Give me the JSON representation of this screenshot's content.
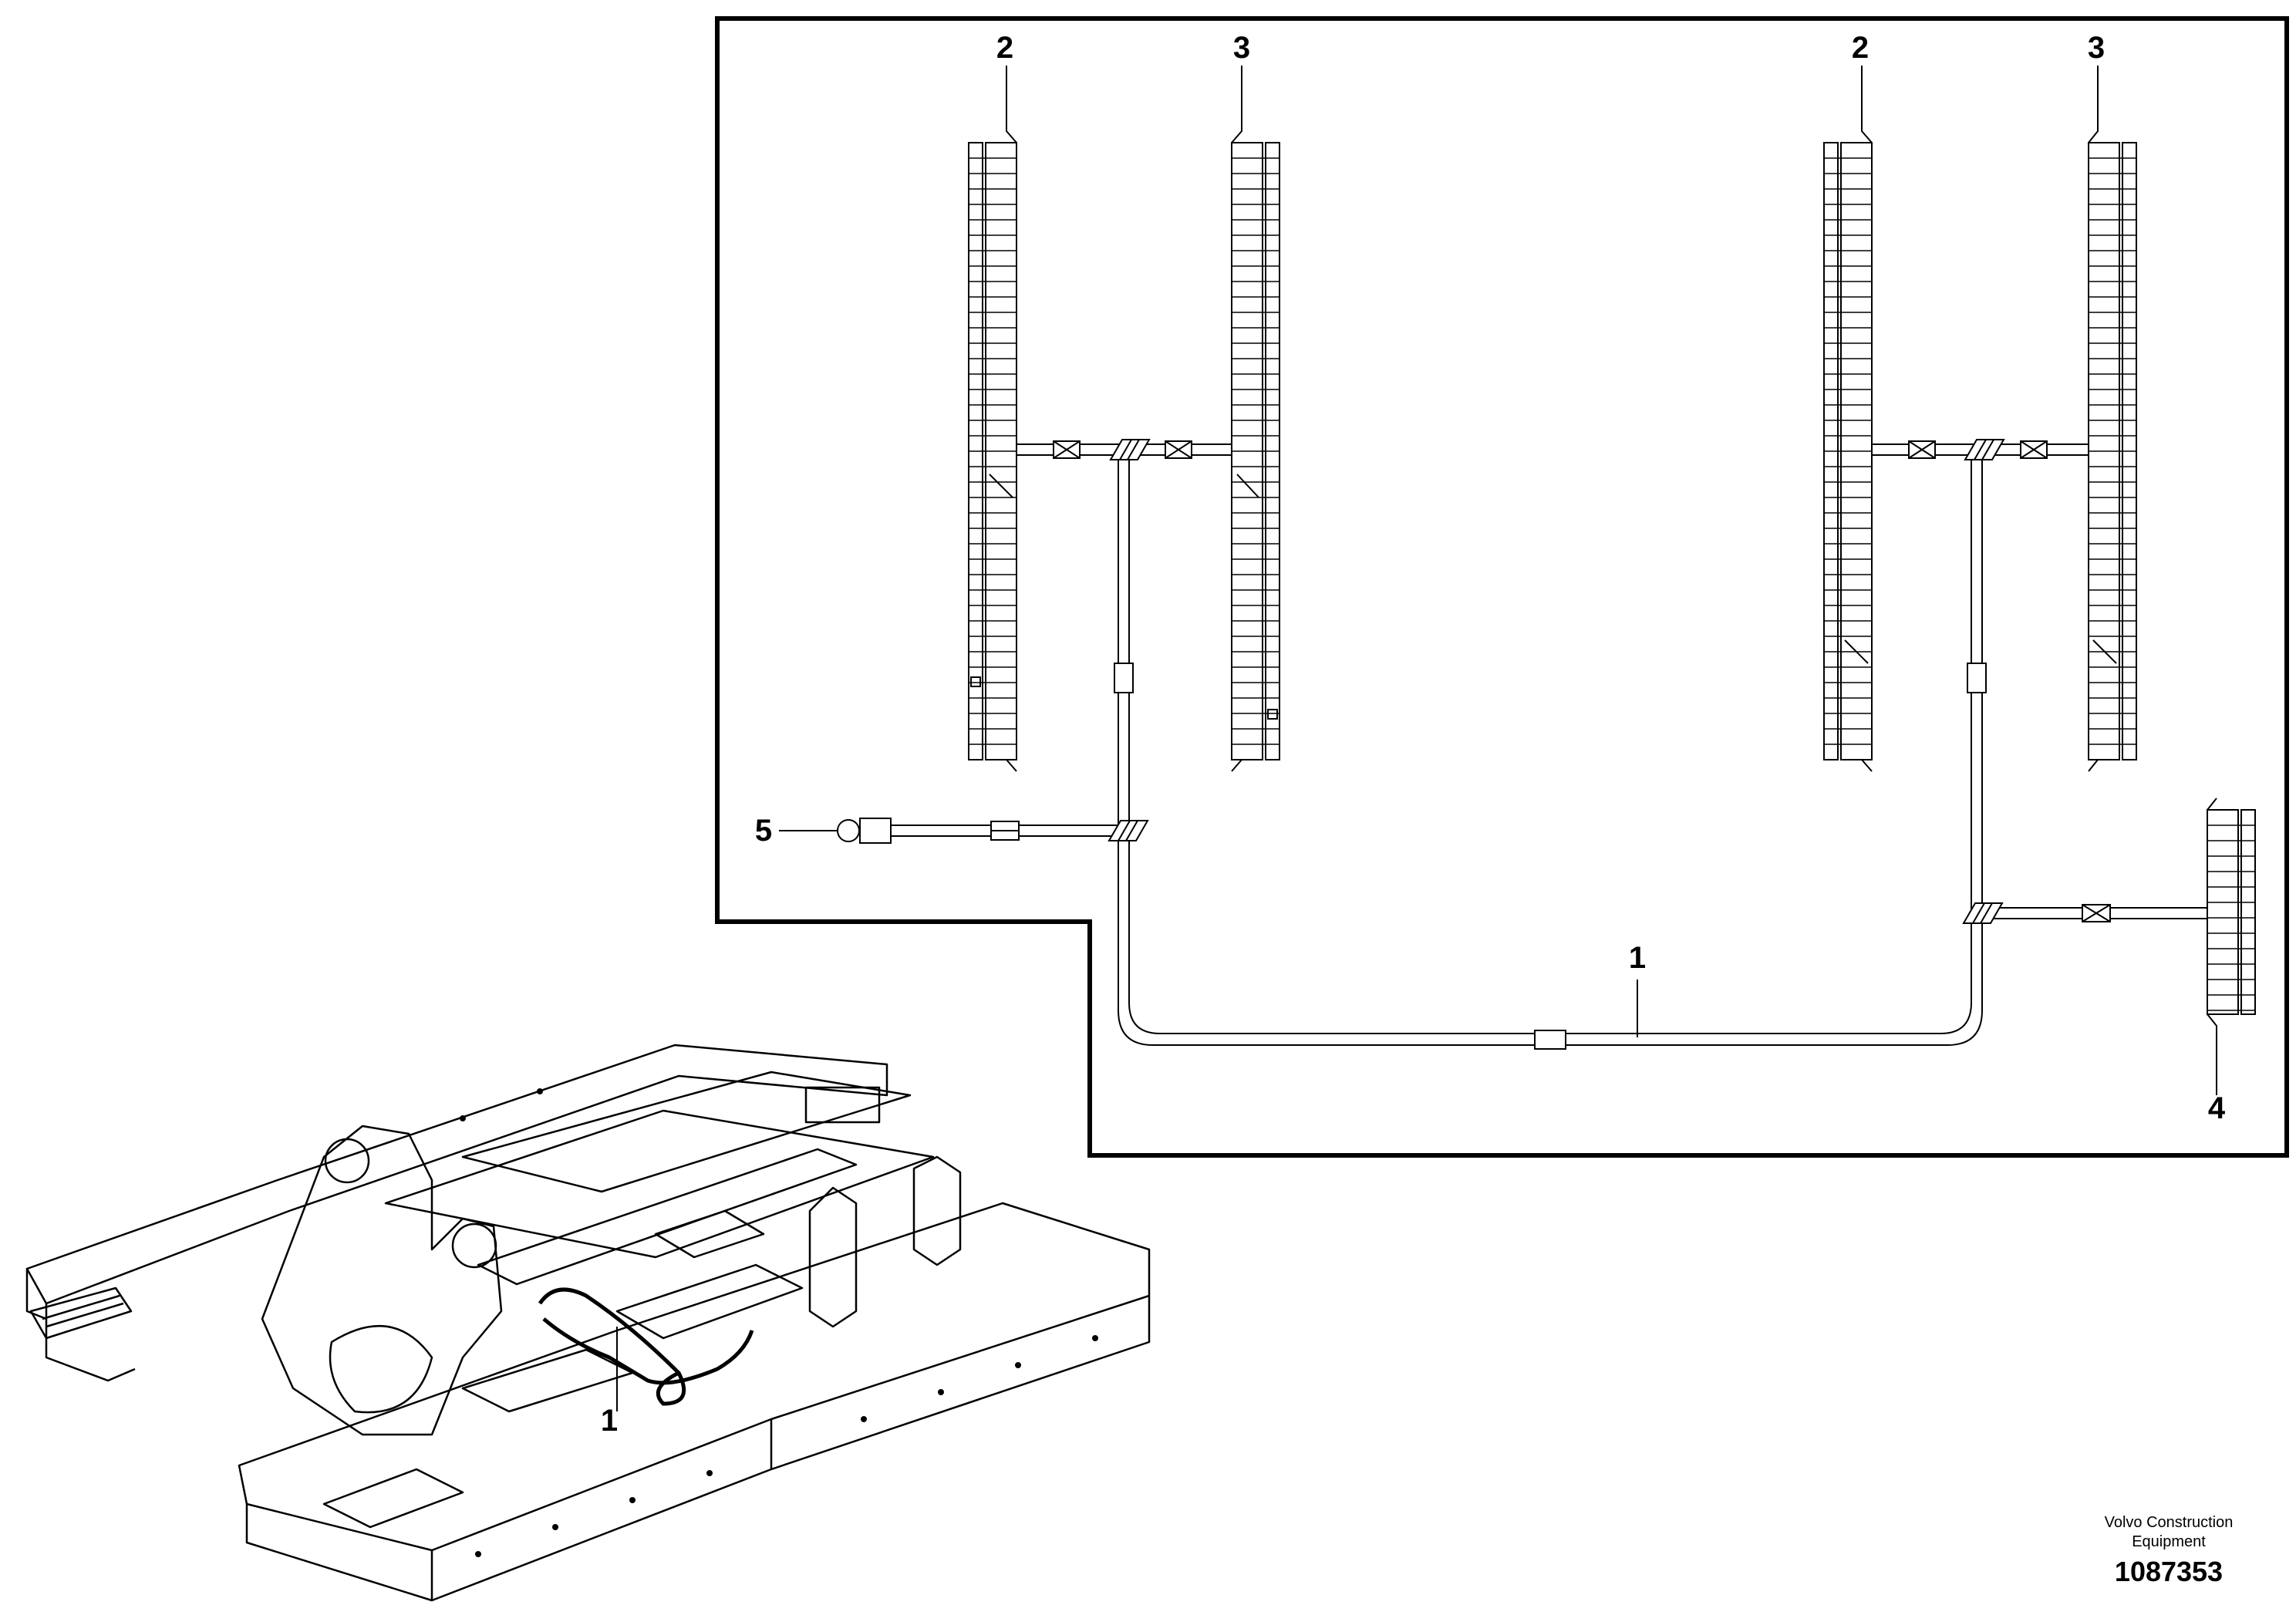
{
  "callouts": {
    "c2a": "2",
    "c3a": "3",
    "c2b": "2",
    "c3b": "3",
    "c5": "5",
    "c1": "1",
    "c4": "4",
    "c1_machine": "1"
  },
  "footer": {
    "manufacturer_line1": "Volvo Construction",
    "manufacturer_line2": "Equipment",
    "document_number": "1087353"
  },
  "colors": {
    "line": "#000000",
    "background": "#ffffff"
  }
}
